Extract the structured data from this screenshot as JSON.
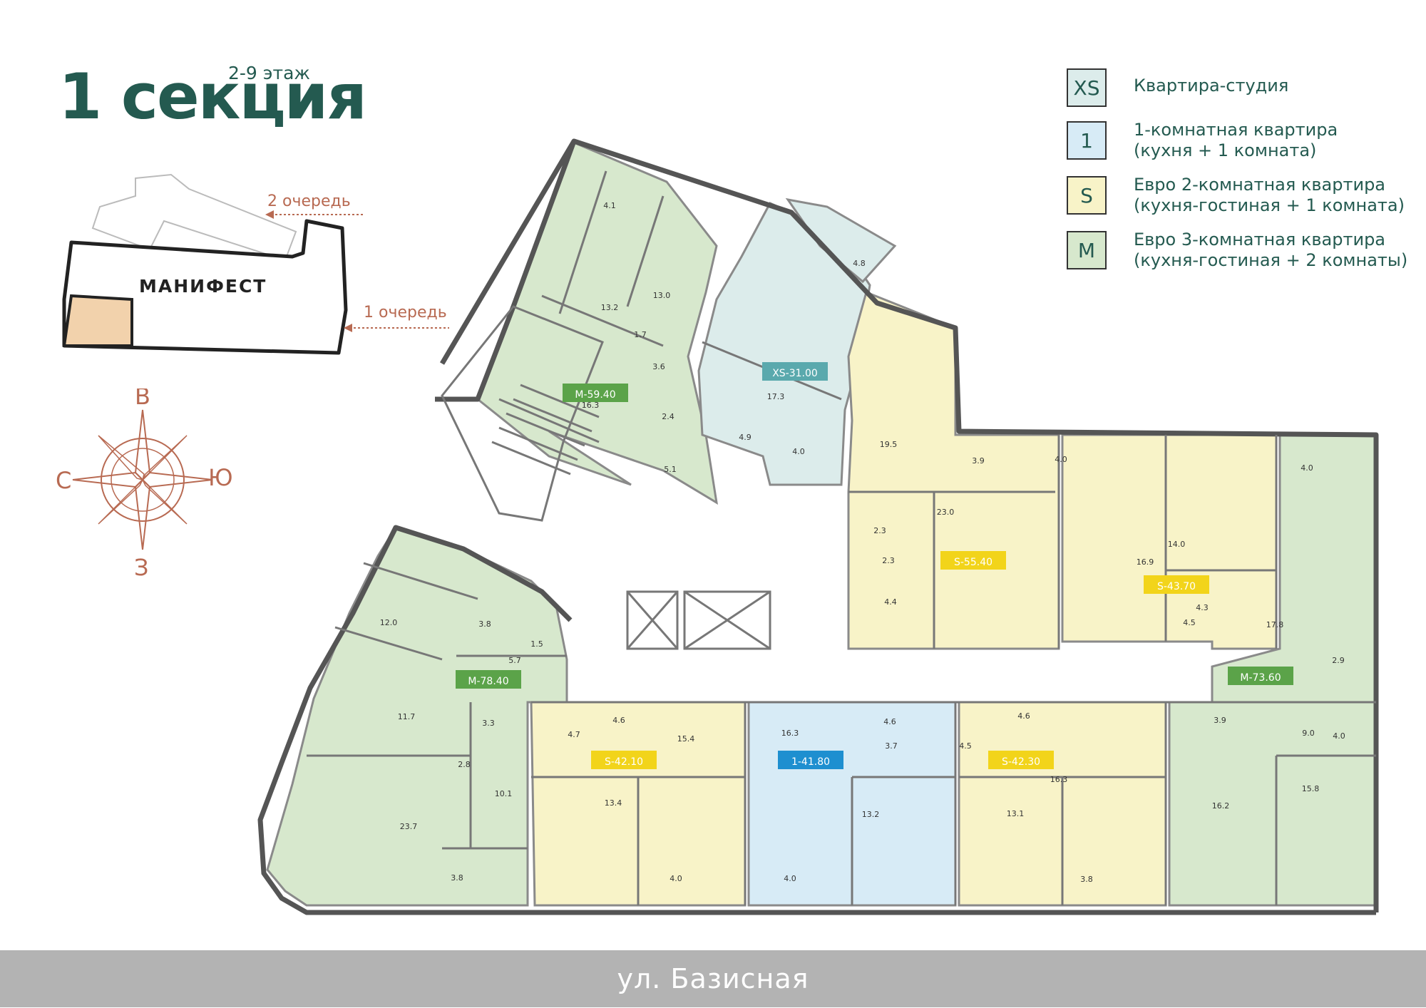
{
  "header": {
    "title": "1 секция",
    "floors": "2-9 этаж"
  },
  "legend": [
    {
      "code": "XS",
      "color": "#dceceb",
      "lines": [
        "Квартира-студия"
      ]
    },
    {
      "code": "1",
      "color": "#d7ebf6",
      "lines": [
        "1-комнатная квартира",
        "(кухня + 1 комната)"
      ]
    },
    {
      "code": "S",
      "color": "#f8f3c8",
      "lines": [
        "Евро 2-комнатная квартира",
        "(кухня-гостиная + 1 комната)"
      ]
    },
    {
      "code": "M",
      "color": "#d7e8cd",
      "lines": [
        "Евро 3-комнатная квартира",
        "(кухня-гостиная + 2 комнаты)"
      ]
    }
  ],
  "site_map": {
    "brand": "МАНИФЕСТ",
    "queue2": "2 очередь",
    "queue1": "1 очередь"
  },
  "compass": {
    "north": "В",
    "west": "С",
    "east": "Ю",
    "south": "З"
  },
  "street": "ул. Базисная",
  "colors": {
    "xs": "#dceceb",
    "one": "#d7ebf6",
    "s": "#f8f3c8",
    "m": "#d7e8cd",
    "tag_m": "#5ba349",
    "tag_xs": "#5aa9ad",
    "tag_s": "#f2d41a",
    "tag_one": "#1e8fd0",
    "accent": "#b86a52",
    "title": "#245a50"
  },
  "apartments": [
    {
      "label": "M-59.40",
      "type": "m"
    },
    {
      "label": "XS-31.00",
      "type": "xs"
    },
    {
      "label": "S-55.40",
      "type": "s"
    },
    {
      "label": "S-43.70",
      "type": "s"
    },
    {
      "label": "M-73.60",
      "type": "m"
    },
    {
      "label": "M-78.40",
      "type": "m"
    },
    {
      "label": "S-42.10",
      "type": "s"
    },
    {
      "label": "1-41.80",
      "type": "one"
    },
    {
      "label": "S-42.30",
      "type": "s"
    }
  ],
  "room_areas": [
    "4.1",
    "13.2",
    "13.0",
    "1.7",
    "3.6",
    "2.4",
    "16.3",
    "5.1",
    "4.8",
    "17.3",
    "4.9",
    "4.0",
    "19.5",
    "3.9",
    "4.0",
    "23.0",
    "2.3",
    "2.3",
    "4.4",
    "16.9",
    "14.0",
    "4.3",
    "4.5",
    "4.0",
    "17.8",
    "2.9",
    "9.0",
    "4.0",
    "15.8",
    "3.9",
    "16.2",
    "12.0",
    "3.8",
    "1.5",
    "5.7",
    "11.7",
    "3.3",
    "2.8",
    "10.1",
    "23.7",
    "3.8",
    "4.7",
    "4.6",
    "15.4",
    "13.4",
    "4.0",
    "16.3",
    "4.6",
    "3.7",
    "13.2",
    "4.0",
    "4.6",
    "4.5",
    "16.3",
    "13.1",
    "3.8"
  ]
}
